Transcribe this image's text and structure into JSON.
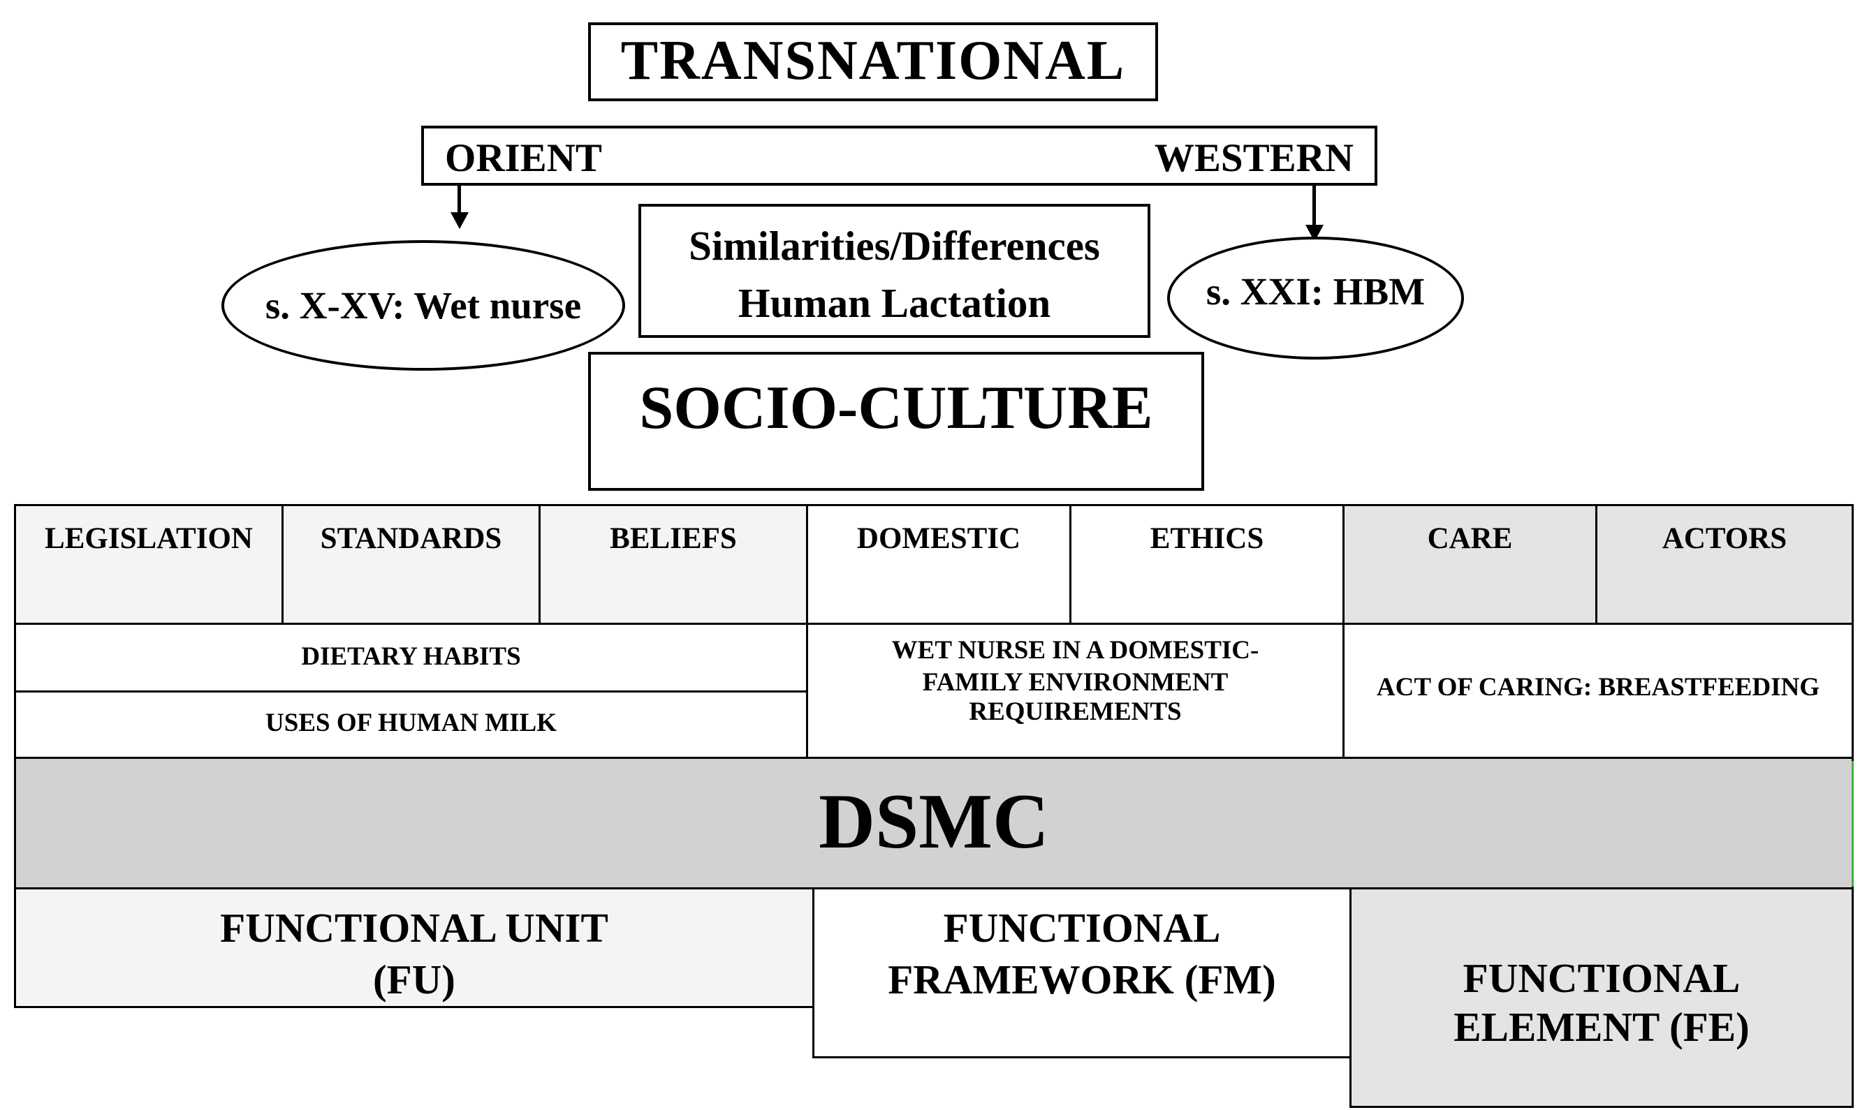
{
  "top": {
    "transnational": "TRANSNATIONAL",
    "orient": "ORIENT",
    "western": "WESTERN"
  },
  "ellipses": {
    "left": "s. X-XV: Wet nurse",
    "right": "s. XXI: HBM"
  },
  "center_box": {
    "line1": "Similarities/Differences",
    "line2": "Human Lactation"
  },
  "socio_culture": "SOCIO-CULTURE",
  "categories": [
    "LEGISLATION",
    "STANDARDS",
    "BELIEFS",
    "DOMESTIC",
    "ETHICS",
    "CARE",
    "ACTORS"
  ],
  "subcategories": {
    "dietary_habits": "DIETARY HABITS",
    "uses_of_human_milk": "USES OF HUMAN MILK",
    "wet_nurse_line1": "WET NURSE IN A DOMESTIC-",
    "wet_nurse_line2": "FAMILY ENVIRONMENT",
    "wet_nurse_line3": "REQUIREMENTS",
    "act_of_caring": "ACT OF CARING: BREASTFEEDING"
  },
  "dsmc": "DSMC",
  "functional": {
    "unit_line1": "FUNCTIONAL UNIT",
    "unit_line2": "(FU)",
    "framework_line1": "FUNCTIONAL",
    "framework_line2": "FRAMEWORK (FM)",
    "element_line1": "FUNCTIONAL",
    "element_line2": "ELEMENT (FE)"
  },
  "colors": {
    "light_gray": "#f4f4f4",
    "mid_gray": "#e4e4e4",
    "dsmc_gray": "#d2d2d2",
    "accent_green": "#3cb43c"
  }
}
